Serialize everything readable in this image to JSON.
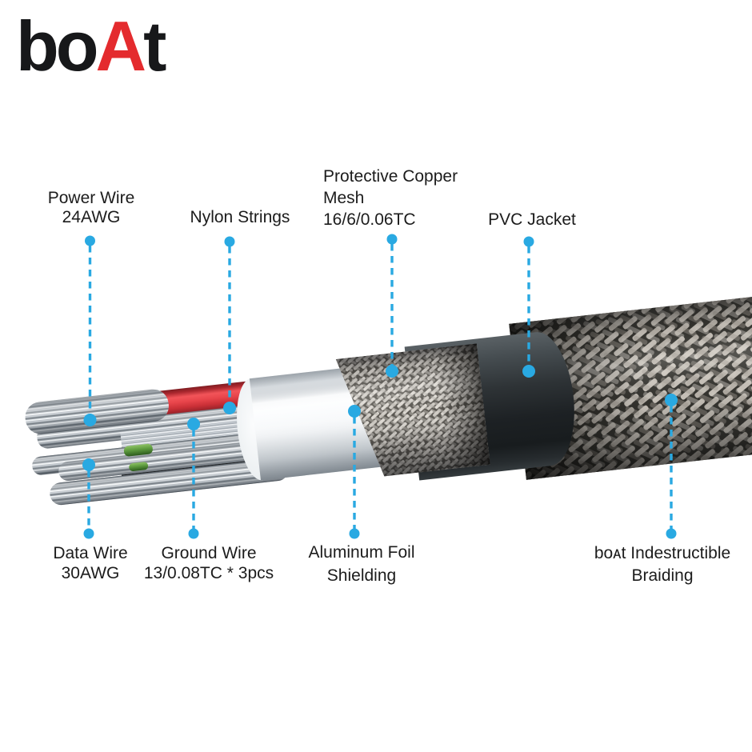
{
  "background": "#ffffff",
  "accent_color": "#29a9e2",
  "logo": {
    "prefix": "bo",
    "accent_letter": "A",
    "suffix": "t",
    "text_color": "#17181a",
    "accent_color": "#e42b2e"
  },
  "callouts": {
    "power_wire": {
      "lines": [
        "Power Wire",
        "24AWG"
      ]
    },
    "nylon_strings": {
      "lines": [
        "Nylon Strings"
      ]
    },
    "copper_mesh": {
      "lines": [
        "Protective Copper",
        "Mesh",
        "16/6/0.06TC"
      ]
    },
    "pvc_jacket": {
      "lines": [
        "PVC Jacket"
      ]
    },
    "data_wire": {
      "lines": [
        "Data Wire",
        "30AWG"
      ]
    },
    "ground_wire": {
      "lines": [
        "Ground Wire",
        "13/0.08TC * 3pcs"
      ]
    },
    "aluminum_foil": {
      "lines": [
        "Aluminum Foil",
        "Shielding"
      ]
    },
    "braiding": {
      "lines": [
        "boᴀt Indestructible",
        "Braiding"
      ]
    }
  },
  "cable_parts": {
    "power_wire_strands": "#c6ccd2",
    "red_insulation": "#e8454b",
    "ground_black_wire": "#26292c",
    "green_wire": "#5d9a3e",
    "aluminum_foil_white": "#f6f8f9",
    "copper_mesh_strand": "#d6d2cb",
    "pvc_jacket": "#2e3336",
    "outer_braid_strand": "#cdc7be",
    "leader_line": "#29a9e2"
  }
}
